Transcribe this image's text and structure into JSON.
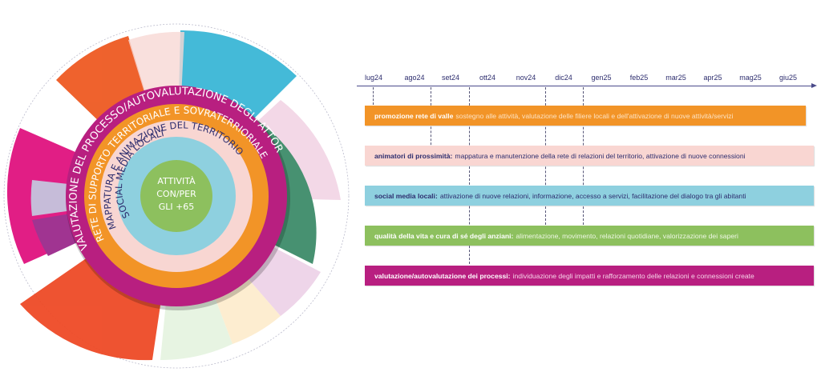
{
  "wheel": {
    "center": {
      "lines": [
        "ATTIVITÀ",
        "CON/PER",
        "GLI +65"
      ],
      "color": "#8dc05e"
    },
    "rings": [
      {
        "label": "SOCIAL MEDIA LOCALI",
        "color": "#8ed0df",
        "text_color": "#2d2d6e"
      },
      {
        "label": "MAPPATURA E ANIMAZIONE DEL TERRITORIO",
        "color": "#f8d6d2",
        "text_color": "#2d2d6e"
      },
      {
        "label": "RETE DI SUPPORTO TERRITORIALE E SOVRATERRIORIALE",
        "color": "#f29427",
        "text_color": "#ffffff"
      },
      {
        "label": "VALUTAZIONE DEL PROCESSO/AUTOVALUTAZIONE DEGLI ATTORI",
        "color": "#b81f80",
        "text_color": "#ffffff"
      }
    ]
  },
  "timeline": {
    "months": [
      "lug24",
      "ago24",
      "set24",
      "ott24",
      "nov24",
      "dic24",
      "gen25",
      "feb25",
      "mar25",
      "apr25",
      "mag25",
      "giu25"
    ],
    "axis_color": "#4a4a8a",
    "bars": [
      {
        "title": "promozione rete di valle",
        "sep": ":",
        "text": "sostegno alle attività, valutazione delle filiere locali e dell'attivazione di nuove attività/servizi",
        "bg": "#f29427",
        "title_color": "#ffffff",
        "text_color": "#fde3c4"
      },
      {
        "title": "animatori di prossimità:",
        "sep": "",
        "text": "mappatura e manutenzione della rete di relazioni del territorio, attivazione di nuove connessioni",
        "bg": "#f9d6d2",
        "title_color": "#2d2d6e",
        "text_color": "#2d2d6e"
      },
      {
        "title": "social media locali:",
        "sep": "",
        "text": "attivazione di nuove relazioni, informazione, accesso a servizi, facilitazione del dialogo tra gli abitanti",
        "bg": "#8ed0df",
        "title_color": "#2d2d6e",
        "text_color": "#2d2d6e"
      },
      {
        "title": "qualità della vita e cura di sé degli anziani:",
        "sep": "",
        "text": "alimentazione, movimento, relazioni quotidiane, valorizzazione dei saperi",
        "bg": "#8dc05e",
        "title_color": "#ffffff",
        "text_color": "#eef7e4"
      },
      {
        "title": "valutazione/autovalutazione dei processi:",
        "sep": "",
        "text": "individuazione degli impatti e rafforzamento delle relazioni e connessioni create",
        "bg": "#b81f80",
        "title_color": "#ffffff",
        "text_color": "#f6d4e8"
      }
    ]
  }
}
